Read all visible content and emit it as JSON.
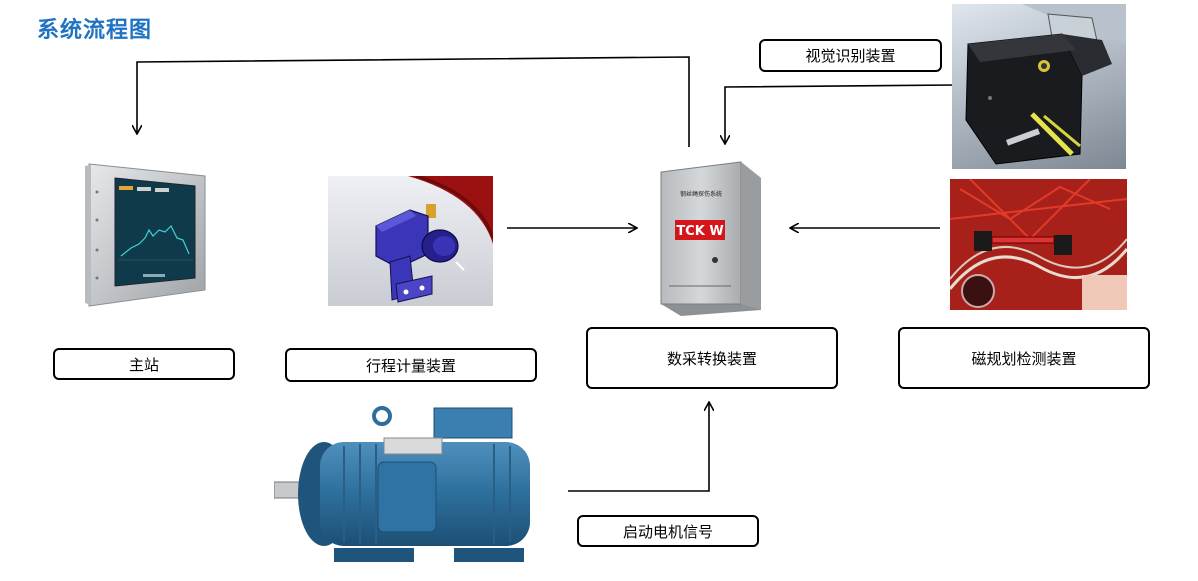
{
  "title": "系统流程图",
  "labels": {
    "master": "主站",
    "travel": "行程计量装置",
    "converter": "数采转换装置",
    "magnetic": "磁规划检测装置",
    "vision": "视觉识别装置",
    "motor": "启动电机信号"
  },
  "cabinet": {
    "title": "钢丝绳探伤系统",
    "logo": "TCK W"
  },
  "colors": {
    "title": "#1f73c5",
    "monitor_screen": "#0f3a4a",
    "motor_body": "#2d6f9c",
    "cabinet": "#c9ccce",
    "logo_red": "#d4161c",
    "crane_red": "#c8241b"
  }
}
